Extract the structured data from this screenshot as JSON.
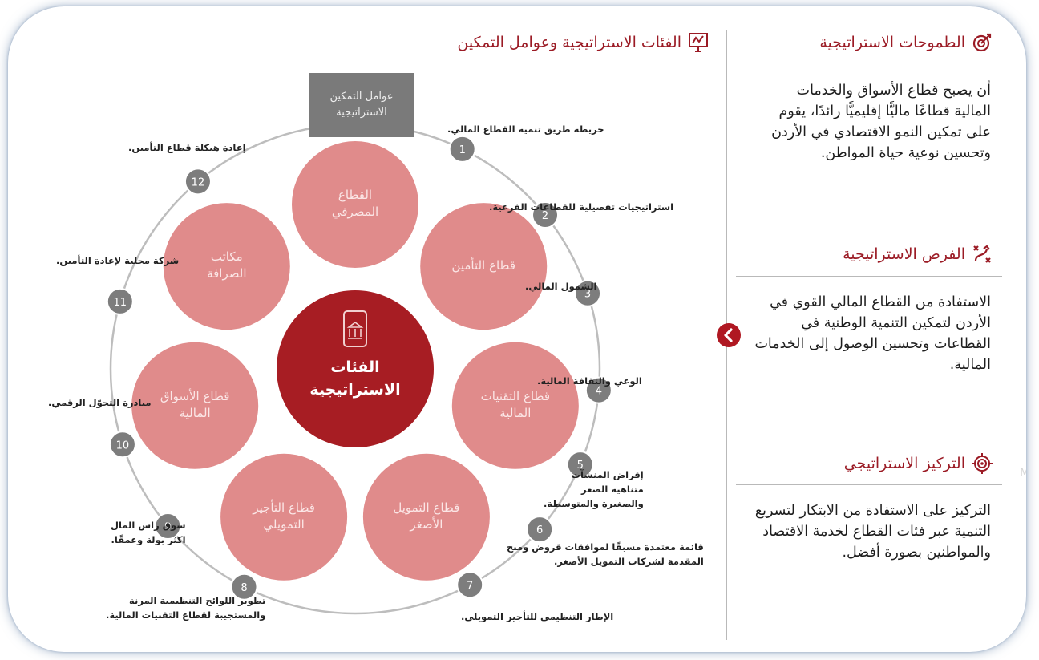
{
  "right_panel": {
    "sections": [
      {
        "title": "الطموحات الاستراتيجية",
        "icon": "target-arrow-icon",
        "text": "أن يصبح قطاع الأسواق والخدمات المالية قطاعًا ماليًّا إقليميًّا رائدًا، يقوم على تمكين النمو الاقتصادي في الأردن وتحسين نوعية حياة المواطن."
      },
      {
        "title": "الفرص الاستراتيجية",
        "icon": "strategy-play-icon",
        "text": "الاستفادة من القطاع المالي القوي في الأردن لتمكين التنمية الوطنية في القطاعات وتحسين الوصول إلى الخدمات المالية."
      },
      {
        "title": "التركيز الاستراتيجي",
        "icon": "crosshair-icon",
        "text": "التركيز على الاستفادة من الابتكار لتسريع التنمية عبر فئات القطاع لخدمة الاقتصاد والمواطنين بصورة أفضل."
      }
    ],
    "ghost_text": "M"
  },
  "diagram": {
    "title": "الفئات الاستراتيجية وعوامل التمكين",
    "title_icon": "presentation-board-icon",
    "enablers_box": {
      "line1": "عوامل التمكين",
      "line2": "الاستراتيجية"
    },
    "center": {
      "line1": "الفئات",
      "line2": "الاستراتيجية",
      "icon": "bank-phone-icon"
    },
    "petals": [
      {
        "line1": "القطاع",
        "line2": "المصرفي"
      },
      {
        "line1": "قطاع التأمين",
        "line2": ""
      },
      {
        "line1": "قطاع التقنيات",
        "line2": "المالية"
      },
      {
        "line1": "قطاع التمويل",
        "line2": "الأصغر"
      },
      {
        "line1": "قطاع التأجير",
        "line2": "التمويلي"
      },
      {
        "line1": "قطاع الأسواق",
        "line2": "المالية"
      },
      {
        "line1": "مكاتب",
        "line2": "الصرافة"
      }
    ],
    "enablers": [
      {
        "n": "1",
        "label": "خريطة طريق تنمية القطاع المالي."
      },
      {
        "n": "2",
        "label": "استراتيجيات تفصيلية للقطاعات الفرعية."
      },
      {
        "n": "3",
        "label": "الشمول المالي."
      },
      {
        "n": "4",
        "label": "الوعي والثقافة المالية."
      },
      {
        "n": "5",
        "label": "إقراض المنشآت|متناهية الصغر|والصغيرة والمتوسطة."
      },
      {
        "n": "6",
        "label": "قائمة معتمدة مسبقًا لموافقات قروض ومنح|المقدمة لشركات التمويل الأصغر."
      },
      {
        "n": "7",
        "label": "الإطار التنظيمي للتأجير التمويلي."
      },
      {
        "n": "8",
        "label": "تطوير اللوائح التنظيمية المرنة|والمستجيبة لقطاع التقنيات المالية."
      },
      {
        "n": "9",
        "label": "سوق راس المال|اكثر بولة وعمقًا."
      },
      {
        "n": "10",
        "label": "مبادرة التحوّل الرقمي."
      },
      {
        "n": "11",
        "label": "شركة محلية لإعادة التأمين."
      },
      {
        "n": "12",
        "label": "إعادة هيكلة قطاع التأمين."
      }
    ]
  },
  "colors": {
    "accent": "#9b1b25",
    "center": "#a71d23",
    "petal": "#e08b8b",
    "badge": "#7d7d7d",
    "ring": "#bdbdbd"
  }
}
